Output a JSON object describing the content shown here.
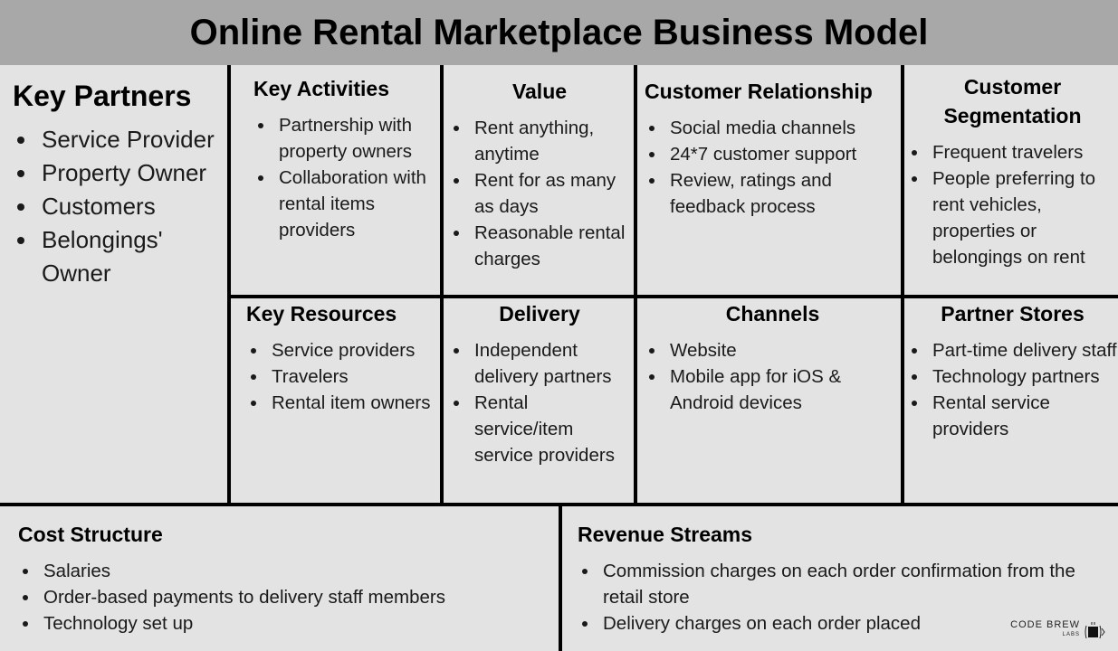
{
  "title": "Online Rental Marketplace Business Model",
  "key_partners": {
    "heading": "Key Partners",
    "items": [
      "Service Provider",
      "Property Owner",
      "Customers",
      "Belongings' Owner"
    ]
  },
  "key_activities": {
    "heading": "Key Activities",
    "items": [
      "Partnership with property owners",
      "Collaboration with rental items providers"
    ]
  },
  "value": {
    "heading": "Value",
    "items": [
      "Rent anything, anytime",
      "Rent for as many as days",
      "Reasonable rental charges"
    ]
  },
  "customer_relationship": {
    "heading": "Customer Relationship",
    "items": [
      "Social media channels",
      "24*7 customer support",
      "Review, ratings and feedback process"
    ]
  },
  "customer_segmentation": {
    "heading": "Customer Segmentation",
    "items": [
      "Frequent travelers",
      "People preferring to rent vehicles, properties or belongings on rent"
    ]
  },
  "key_resources": {
    "heading": "Key Resources",
    "items": [
      "Service providers",
      "Travelers",
      "Rental item owners"
    ]
  },
  "delivery": {
    "heading": "Delivery",
    "items": [
      "Independent delivery partners",
      "Rental service/item service providers"
    ]
  },
  "channels": {
    "heading": "Channels",
    "items": [
      "Website",
      "Mobile app for iOS & Android devices"
    ]
  },
  "partner_stores": {
    "heading": "Partner Stores",
    "items": [
      "Part-time delivery staff",
      "Technology partners",
      "Rental service providers"
    ]
  },
  "cost_structure": {
    "heading": "Cost Structure",
    "items": [
      "Salaries",
      "Order-based payments to delivery staff members",
      "Technology set up"
    ]
  },
  "revenue_streams": {
    "heading": "Revenue Streams",
    "items": [
      "Commission charges on each order confirmation from the retail store",
      "Delivery charges on each order placed"
    ]
  },
  "logo": {
    "name": "CODE BREW",
    "sub": "LABS"
  }
}
